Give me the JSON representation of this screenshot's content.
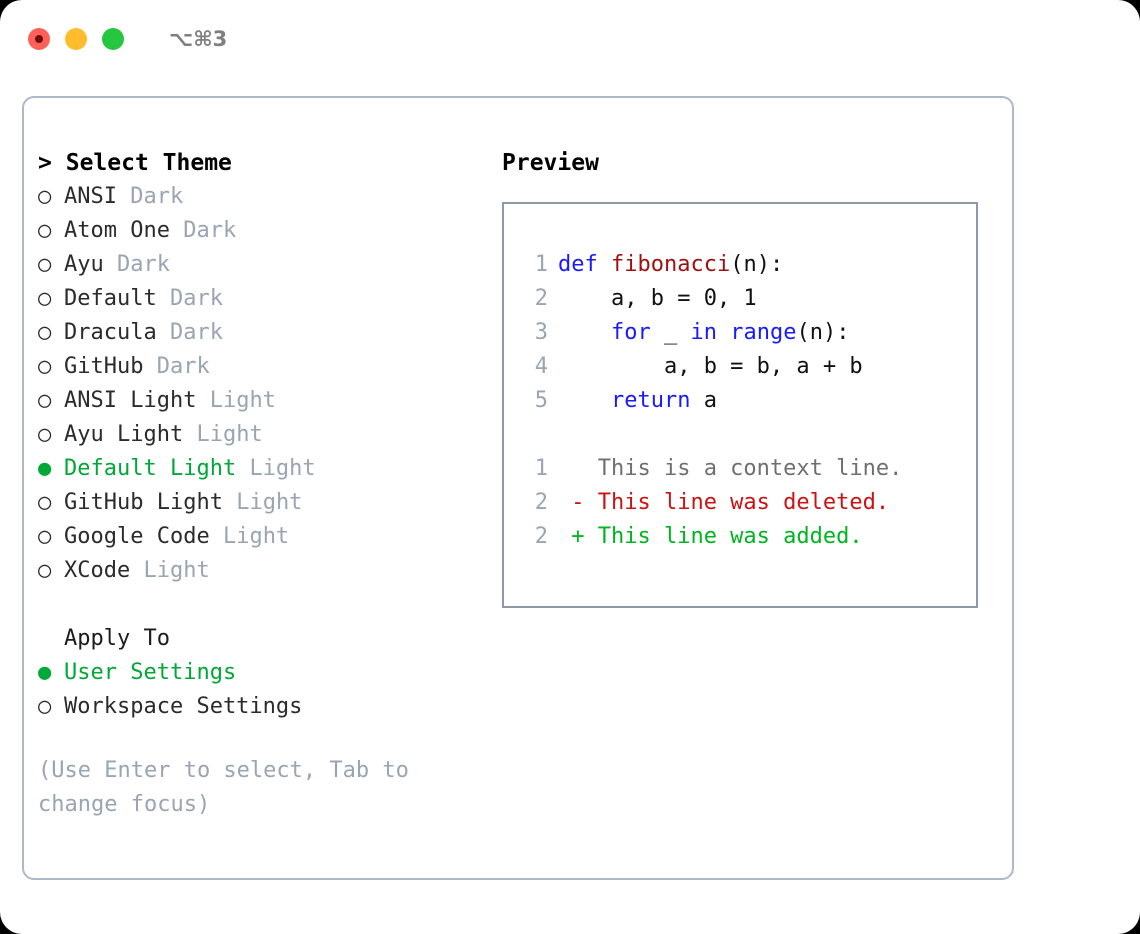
{
  "window": {
    "shortcut": "⌥⌘3",
    "traffic_lights": [
      {
        "name": "close",
        "color": "#ff6058"
      },
      {
        "name": "minimize",
        "color": "#ffbd2e"
      },
      {
        "name": "maximize",
        "color": "#26c641"
      }
    ]
  },
  "theme_picker": {
    "heading_caret": ">",
    "heading": "Select Theme",
    "items": [
      {
        "marker": "○",
        "name": "ANSI",
        "tag": "Dark",
        "selected": false
      },
      {
        "marker": "○",
        "name": "Atom One",
        "tag": "Dark",
        "selected": false
      },
      {
        "marker": "○",
        "name": "Ayu",
        "tag": "Dark",
        "selected": false
      },
      {
        "marker": "○",
        "name": "Default",
        "tag": "Dark",
        "selected": false
      },
      {
        "marker": "○",
        "name": "Dracula",
        "tag": "Dark",
        "selected": false
      },
      {
        "marker": "○",
        "name": "GitHub",
        "tag": "Dark",
        "selected": false
      },
      {
        "marker": "○",
        "name": "ANSI Light",
        "tag": "Light",
        "selected": false
      },
      {
        "marker": "○",
        "name": "Ayu Light",
        "tag": "Light",
        "selected": false
      },
      {
        "marker": "●",
        "name": "Default Light",
        "tag": "Light",
        "selected": true
      },
      {
        "marker": "○",
        "name": "GitHub Light",
        "tag": "Light",
        "selected": false
      },
      {
        "marker": "○",
        "name": "Google Code",
        "tag": "Light",
        "selected": false
      },
      {
        "marker": "○",
        "name": "XCode",
        "tag": "Light",
        "selected": false
      }
    ]
  },
  "apply_to": {
    "title": "Apply To",
    "items": [
      {
        "marker": "●",
        "name": "User Settings",
        "selected": true
      },
      {
        "marker": "○",
        "name": "Workspace Settings",
        "selected": false
      }
    ]
  },
  "hint": "(Use Enter to select, Tab to change focus)",
  "preview": {
    "label": "Preview",
    "code_lines": [
      {
        "ln": "1",
        "segments": [
          {
            "t": "def ",
            "c": "kw"
          },
          {
            "t": "fibonacci",
            "c": "fn"
          },
          {
            "t": "(n):",
            "c": "pl"
          }
        ]
      },
      {
        "ln": "2",
        "segments": [
          {
            "t": "    a, b = 0, 1",
            "c": "pl"
          }
        ]
      },
      {
        "ln": "3",
        "segments": [
          {
            "t": "    ",
            "c": "pl"
          },
          {
            "t": "for",
            "c": "kw"
          },
          {
            "t": " _ ",
            "c": "pl"
          },
          {
            "t": "in",
            "c": "kw"
          },
          {
            "t": " ",
            "c": "pl"
          },
          {
            "t": "range",
            "c": "kw"
          },
          {
            "t": "(n):",
            "c": "pl"
          }
        ]
      },
      {
        "ln": "4",
        "segments": [
          {
            "t": "        a, b = b, a + b",
            "c": "pl"
          }
        ]
      },
      {
        "ln": "5",
        "segments": [
          {
            "t": "    ",
            "c": "pl"
          },
          {
            "t": "return",
            "c": "kw"
          },
          {
            "t": " a",
            "c": "pl"
          }
        ]
      }
    ],
    "diff_lines": [
      {
        "ln": "1",
        "segments": [
          {
            "t": "   This is a context line.",
            "c": "ctx"
          }
        ]
      },
      {
        "ln": "2",
        "segments": [
          {
            "t": " - This line was deleted.",
            "c": "del"
          }
        ]
      },
      {
        "ln": "2",
        "segments": [
          {
            "t": " + This line was added.",
            "c": "add"
          }
        ]
      }
    ]
  },
  "colors": {
    "accent_green": "#00a838",
    "muted": "#9aa4b2",
    "panel_border": "#aeb8c6",
    "preview_border": "#8e9aaa",
    "keyword_blue": "#1a1aff",
    "function_red": "#a01010",
    "diff_delete": "#cc1212",
    "diff_add": "#00b520"
  }
}
